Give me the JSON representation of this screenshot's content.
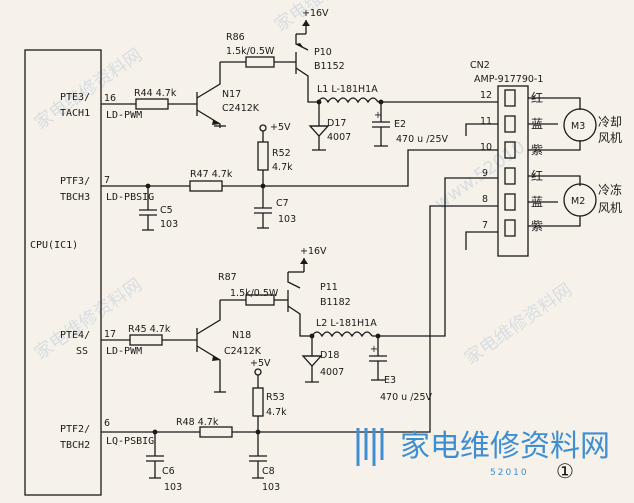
{
  "cpu": {
    "label": "CPU(IC1)"
  },
  "pins": {
    "pte3": "PTE3/",
    "tach1": "TACH1",
    "p16": "16",
    "ptf3": "PTF3/",
    "tbch3": "TBCH3",
    "p7": "7",
    "pte4": "PTE4/",
    "ss": "SS",
    "p17": "17",
    "ptf2": "PTF2/",
    "tbch2": "TBCH2",
    "p6": "6"
  },
  "nets": {
    "ld_pwm_1": "LD-PWM",
    "ld_pbsig": "LD-PBSIG",
    "ld_pwm_2": "LD-PWM",
    "lq_psbig": "LQ-PSBIG"
  },
  "components": {
    "r44": "R44 4.7k",
    "r86": "R86",
    "r86v": "1.5k/0.5W",
    "n17": "N17",
    "n17v": "C2412K",
    "p10": "P10",
    "p10v": "B1152",
    "vcc1": "+16V",
    "l1": "L1 L-181H1A",
    "d17": "D17",
    "d17v": "4007",
    "e2": "E2",
    "e2v": "470 u /25V",
    "plus5a": "+5V",
    "r52": "R52",
    "r52v": "4.7k",
    "r47": "R47 4.7k",
    "c7": "C7",
    "c7v": "103",
    "c5": "C5",
    "c5v": "103",
    "r87": "R87",
    "r87v": "1.5k/0.5W",
    "p11": "P11",
    "p11v": "B1182",
    "vcc2": "+16V",
    "n18": "N18",
    "n18v": "C2412K",
    "r45": "R45 4.7k",
    "l2": "L2 L-181H1A",
    "d18": "D18",
    "d18v": "4007",
    "e3": "E3",
    "e3v": "470 u /25V",
    "plus5b": "+5V",
    "r53": "R53",
    "r53v": "4.7k",
    "r48": "R48 4.7k",
    "c6": "C6",
    "c6v": "103",
    "c8": "C8",
    "c8v": "103"
  },
  "connector": {
    "name": "CN2",
    "part": "AMP-917790-1",
    "pins": [
      "12",
      "11",
      "10",
      "9",
      "8",
      "7"
    ],
    "colors": [
      "红",
      "蓝",
      "紫",
      "红",
      "蓝",
      "紫"
    ]
  },
  "motors": {
    "m3": "M3",
    "m3_name_1": "冷却",
    "m3_name_2": "风机",
    "m2": "M2",
    "m2_name_1": "冷冻",
    "m2_name_2": "风机"
  },
  "watermark": {
    "brand": "家电维修资料网",
    "url": "52010",
    "site": "家电维修资料网",
    "num": "www.52010"
  },
  "figure_marker": "①"
}
